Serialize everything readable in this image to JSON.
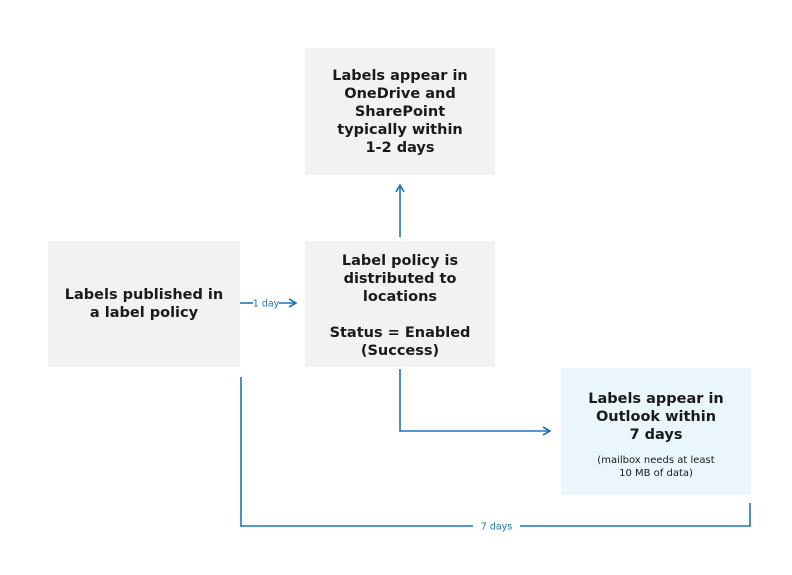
{
  "colors": {
    "box_gray": "#f2f2f2",
    "box_highlight": "#eaf6fc",
    "connector": "#1e73be"
  },
  "boxes": {
    "published": {
      "lines": [
        "Labels published in",
        "a label policy"
      ]
    },
    "distributed": {
      "lines": [
        "Label policy is",
        "distributed to",
        "locations"
      ],
      "status_lines": [
        "Status = Enabled",
        "(Success)"
      ]
    },
    "onedrive": {
      "lines": [
        "Labels appear in",
        "OneDrive and",
        "SharePoint",
        "typically within"
      ],
      "emphasis": "1-2 days"
    },
    "outlook": {
      "lines": [
        "Labels appear in",
        "Outlook within"
      ],
      "emphasis": "7 days",
      "note_lines": [
        "(mailbox needs at least",
        "10 MB of data)"
      ]
    }
  },
  "connectors": {
    "published_to_distributed": {
      "label": "1 day"
    },
    "distributed_to_onedrive": {
      "label": ""
    },
    "distributed_to_outlook": {
      "label": ""
    },
    "published_to_outlook": {
      "label": "7 days"
    }
  }
}
